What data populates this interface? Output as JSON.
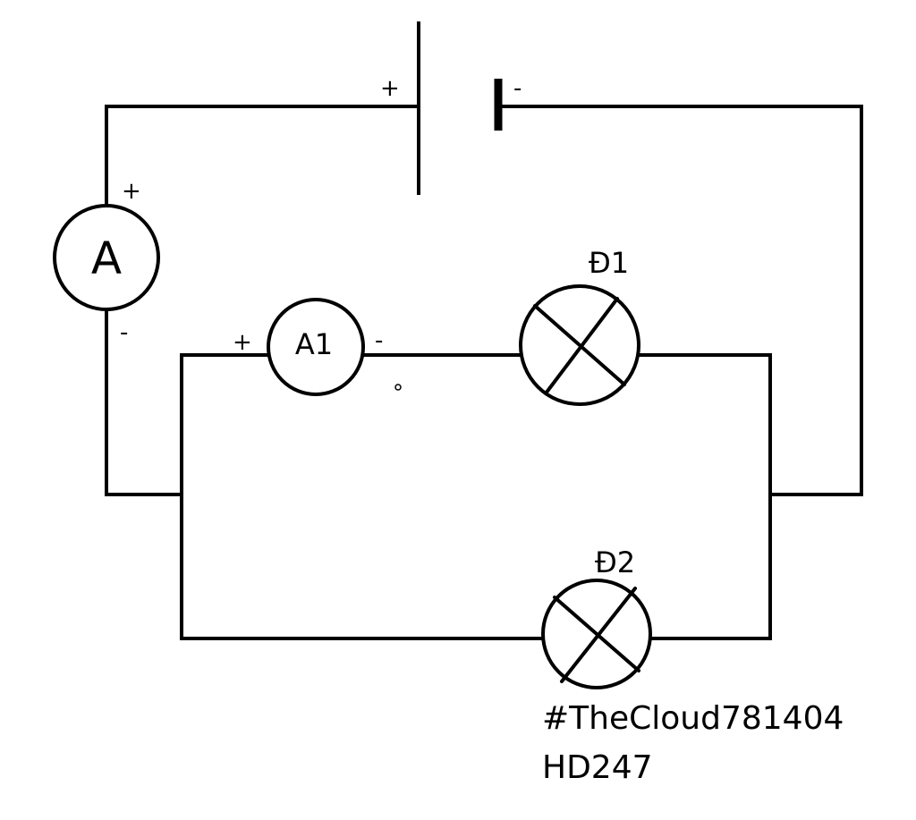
{
  "battery": {
    "plus": "+",
    "minus": "-"
  },
  "ammeter_main": {
    "label": "A",
    "plus": "+",
    "minus": "-"
  },
  "ammeter_branch": {
    "label": "A1",
    "plus": "+",
    "minus": "-"
  },
  "lamp1": {
    "label": "Đ1"
  },
  "lamp2": {
    "label": "Đ2"
  },
  "caption": {
    "line1": "#TheCloud781404",
    "line2": "HD247"
  },
  "colors": {
    "line": "#000000",
    "background": "#ffffff"
  }
}
